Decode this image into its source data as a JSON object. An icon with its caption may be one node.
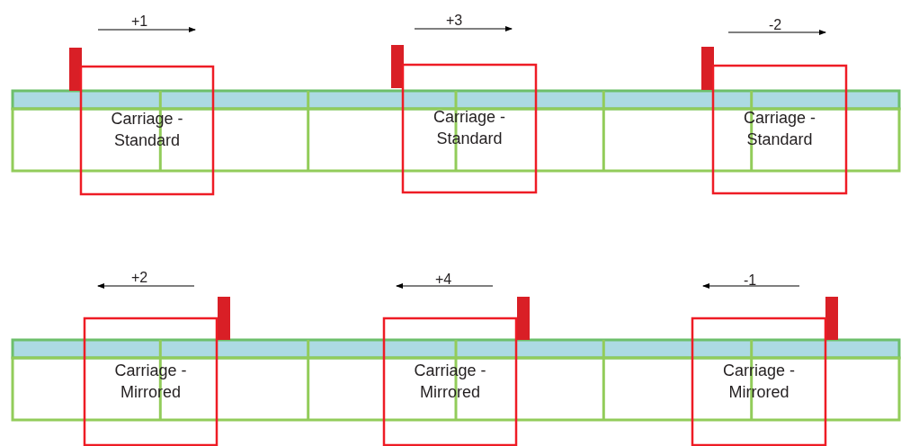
{
  "diagram": {
    "nodes": [
      {
        "text": [
          "Carriage - Standard"
        ]
      },
      {
        "text": [
          "Carriage - Standard"
        ]
      },
      {
        "text": [
          "Carriage - Standard"
        ]
      },
      {
        "text": [
          "Carriage - Mirrored"
        ]
      },
      {
        "text": [
          "Carriage - Mirrored"
        ]
      },
      {
        "text": [
          "Carriage - Mirrored"
        ]
      }
    ],
    "labels": [
      "+1",
      "+3",
      "-2",
      "+2",
      "+4",
      "-1"
    ]
  }
}
